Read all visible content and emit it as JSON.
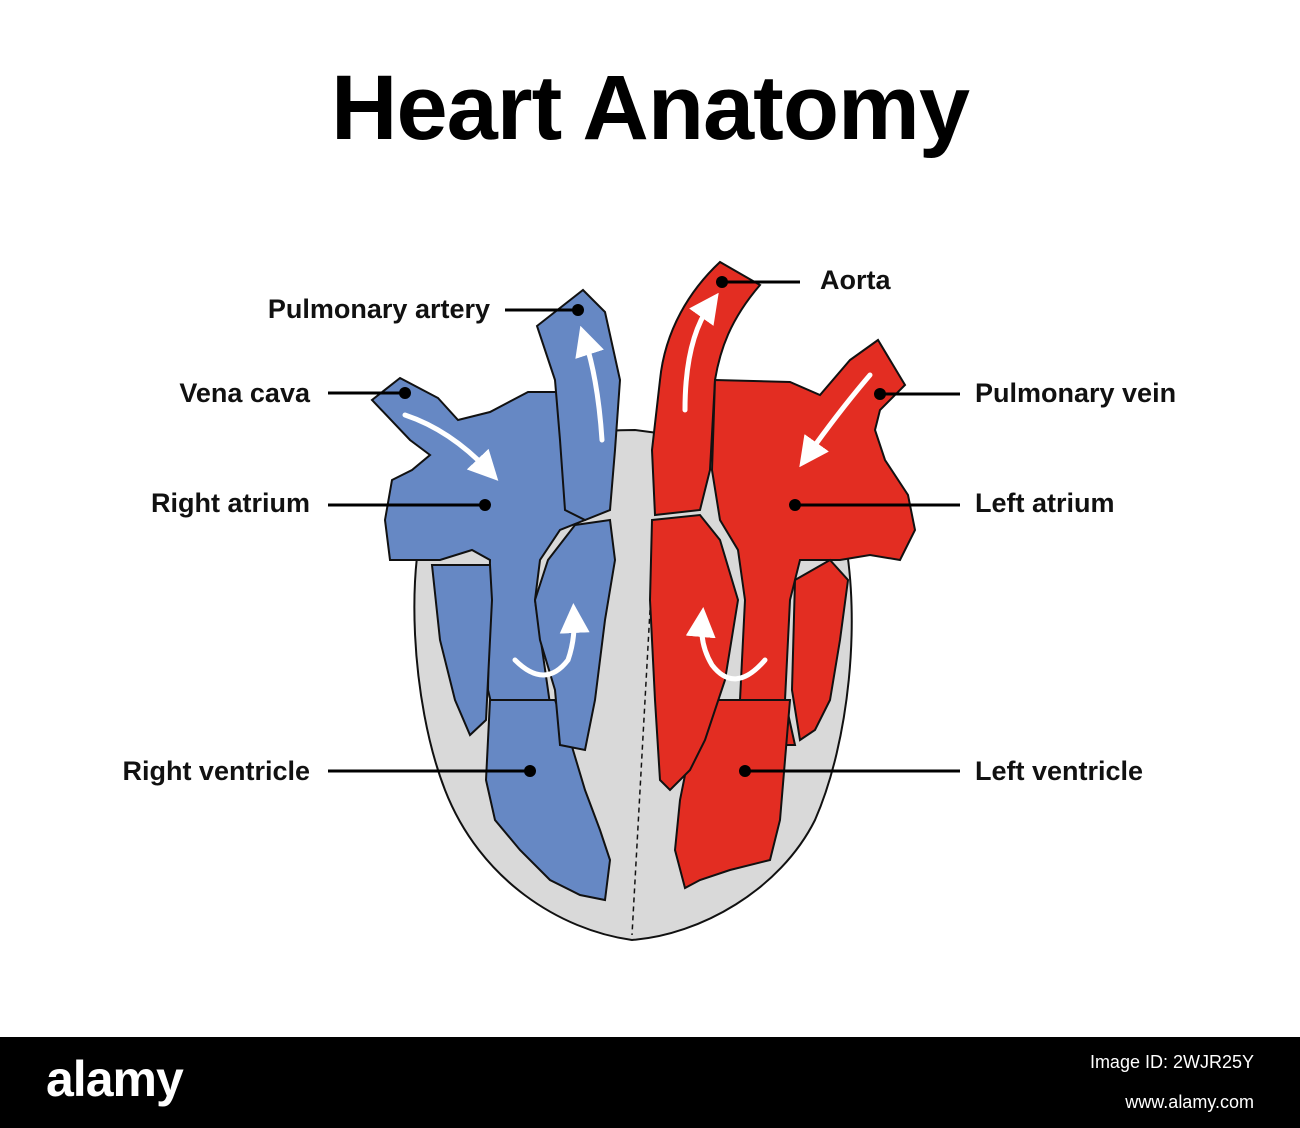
{
  "title": "Heart Anatomy",
  "labels": {
    "pulmonary_artery": "Pulmonary artery",
    "vena_cava": "Vena cava",
    "right_atrium": "Right atrium",
    "right_ventricle": "Right ventricle",
    "aorta": "Aorta",
    "pulmonary_vein": "Pulmonary vein",
    "left_atrium": "Left atrium",
    "left_ventricle": "Left ventricle"
  },
  "colors": {
    "deoxygenated": "#6688c4",
    "oxygenated": "#e32d22",
    "tissue": "#d9d9d9",
    "outline": "#111111",
    "background": "#ffffff"
  },
  "footer": {
    "brand": "alamy",
    "image_id": "Image ID: 2WJR25Y",
    "site": "www.alamy.com"
  }
}
